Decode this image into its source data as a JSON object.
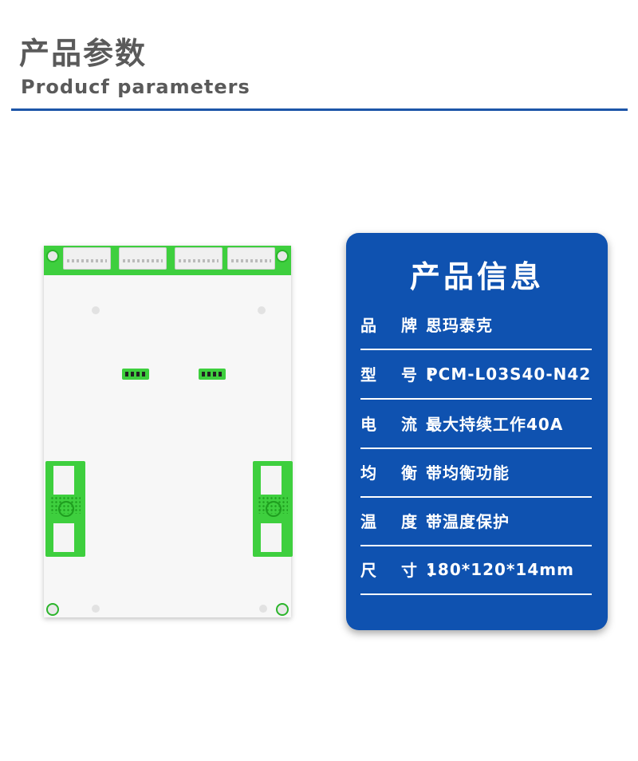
{
  "header": {
    "title_cn": "产品参数",
    "title_en": "Producf  parameters"
  },
  "info_card": {
    "title": "产品信息",
    "rows": [
      {
        "label": "品 牌：",
        "value": "思玛泰克"
      },
      {
        "label": "型 号：",
        "value": "PCM-L03S40-N42"
      },
      {
        "label": "电 流：",
        "value": "最大持续工作40A"
      },
      {
        "label": "均 衡：",
        "value": "带均衡功能"
      },
      {
        "label": "温 度：",
        "value": "带温度保护"
      },
      {
        "label": "尺 寸：",
        "value": "180*120*14mm"
      }
    ]
  },
  "colors": {
    "accent_blue": "#0f52b0",
    "rule_blue": "#1c55a8",
    "heading_gray": "#5a5a5a",
    "pcb_green": "#3ecf3e"
  }
}
